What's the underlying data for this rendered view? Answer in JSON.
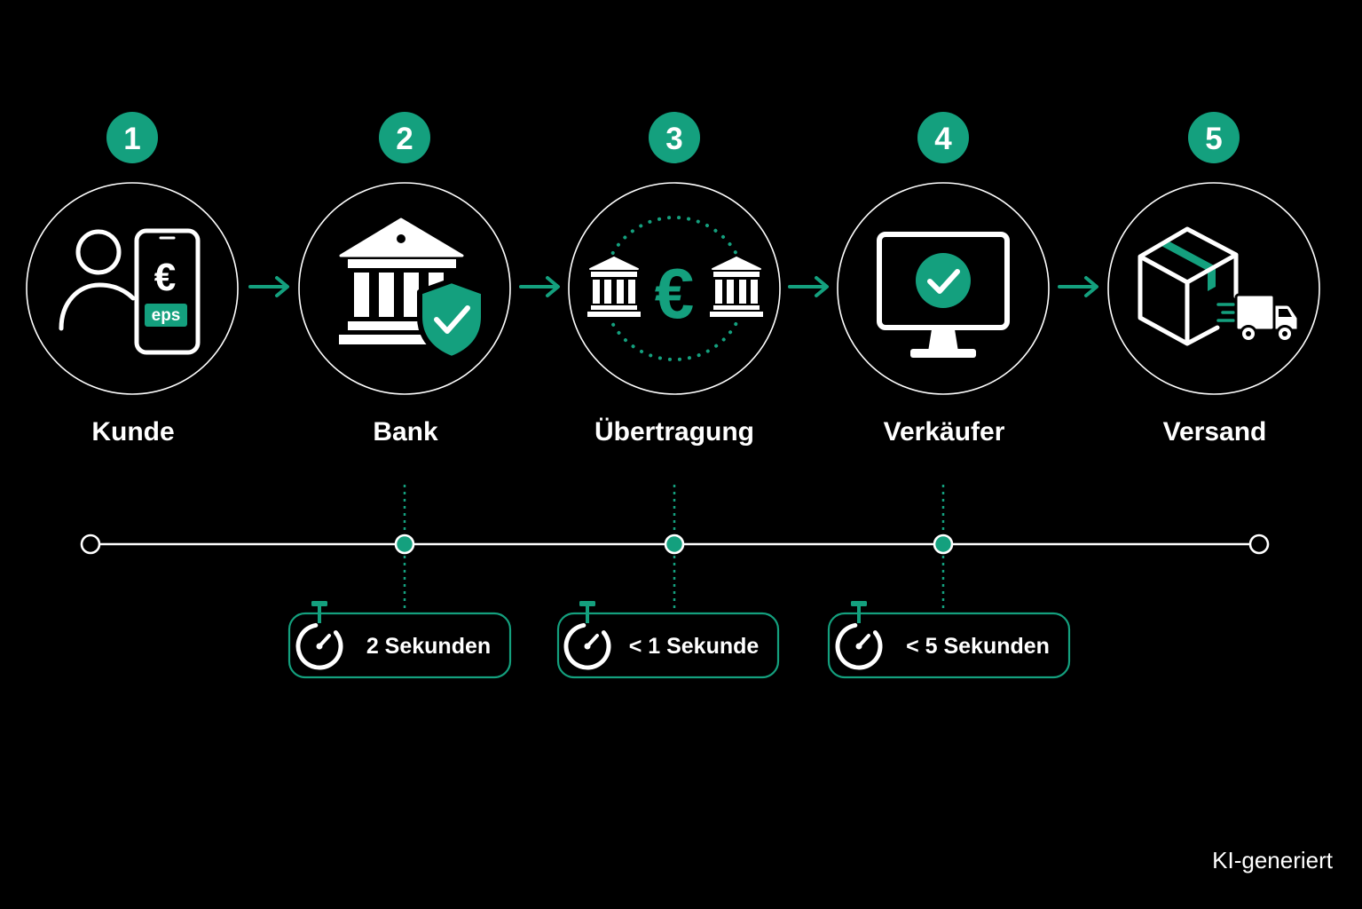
{
  "colors": {
    "background": "#000000",
    "accent": "#14a07e",
    "foreground": "#ffffff"
  },
  "steps": [
    {
      "number": "1",
      "label": "Kunde",
      "icon": "customer-phone-eps-icon"
    },
    {
      "number": "2",
      "label": "Bank",
      "icon": "bank-shield-check-icon"
    },
    {
      "number": "3",
      "label": "Übertragung",
      "icon": "bank-euro-transfer-icon"
    },
    {
      "number": "4",
      "label": "Verkäufer",
      "icon": "monitor-check-icon"
    },
    {
      "number": "5",
      "label": "Versand",
      "icon": "package-truck-icon"
    }
  ],
  "icon_text": {
    "currency_symbol": "€",
    "payment_method": "eps"
  },
  "durations": [
    {
      "label": "2 Sekunden",
      "icon": "stopwatch-icon"
    },
    {
      "label": "< 1 Sekunde",
      "icon": "stopwatch-icon"
    },
    {
      "label": "< 5 Sekunden",
      "icon": "stopwatch-icon"
    }
  ],
  "footer": {
    "note": "KI-generiert"
  }
}
